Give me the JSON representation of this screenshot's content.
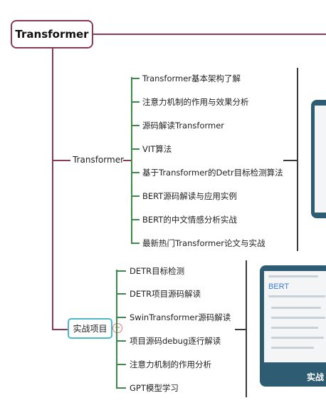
{
  "root": {
    "label": "Transformer"
  },
  "branch_transformer": {
    "label": "Transformer",
    "items": [
      "Transformer基本架构了解",
      "注意力机制的作用与效果分析",
      "源码解读Transformer",
      "VIT算法",
      "基于Transformer的Detr目标检测算法",
      "BERT源码解读与应用实例",
      "BERT的中文情感分析实战",
      "最新热门Transformer论文与实战"
    ]
  },
  "branch_project": {
    "label": "实战项目",
    "items": [
      "DETR目标检测",
      "DETR项目源码解读",
      "SwinTransformer源码解读",
      "项目源码debug逐行解读",
      "注意力机制的作用分析",
      "GPT模型学习"
    ],
    "collapse_symbol": "−"
  },
  "preview_card": {
    "title": "BERT",
    "caption": "实战"
  },
  "colors": {
    "root_border": "#8a3a56",
    "branch_line": "#8a3a56",
    "leaf_line": "#3d8a4a",
    "project_border": "#4fb8c8",
    "card_bg": "#2e5d73"
  }
}
